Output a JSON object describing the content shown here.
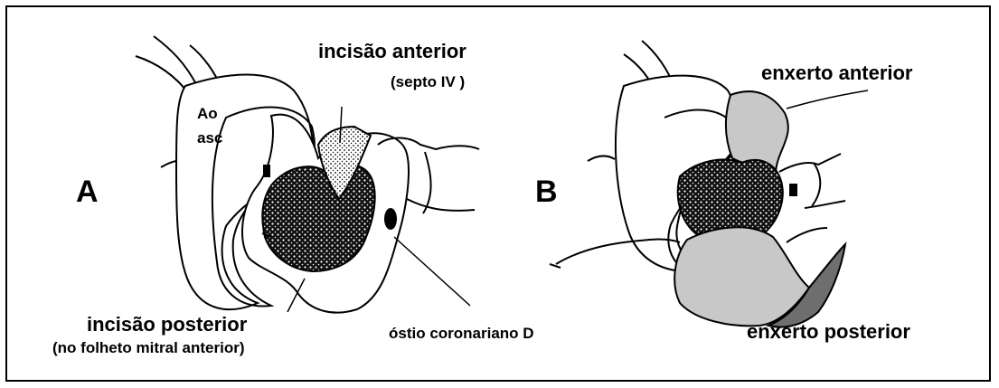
{
  "panel_a": {
    "letter": "A",
    "aorta_label_line1": "Ao",
    "aorta_label_line2": "asc",
    "anterior_incision_line1": "incisão anterior",
    "anterior_incision_line2": "(septo IV )",
    "posterior_incision_line1": "incisão posterior",
    "posterior_incision_line2": "(no folheto mitral anterior)",
    "coronary_ostium": "óstio coronariano D"
  },
  "panel_b": {
    "letter": "B",
    "anterior_graft": "enxerto anterior",
    "posterior_graft": "enxerto posterior"
  },
  "colors": {
    "ink": "#000000",
    "graft": "#c8c8c8",
    "graft_dark": "#6e6e6e",
    "background": "#ffffff"
  }
}
